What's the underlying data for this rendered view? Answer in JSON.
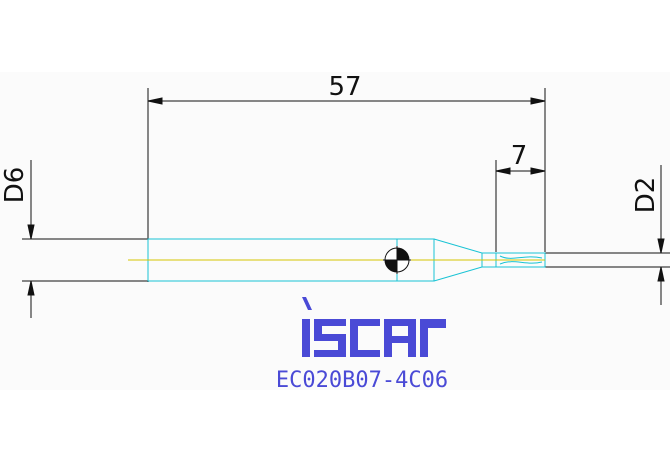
{
  "dimensions": {
    "overall_length": "57",
    "cutting_length": "7",
    "shank_diameter": "D6",
    "cutting_diameter": "D2"
  },
  "brand": {
    "logo_text": "iscar"
  },
  "part_code": "EC020B07-4C06",
  "colors": {
    "background": "#ffffff",
    "sheet": "#fbfbfb",
    "dimension_lines": "#111111",
    "tool_outline": "#19c3d4",
    "centerline": "#d4c400",
    "brand": "#4a4ad6"
  }
}
